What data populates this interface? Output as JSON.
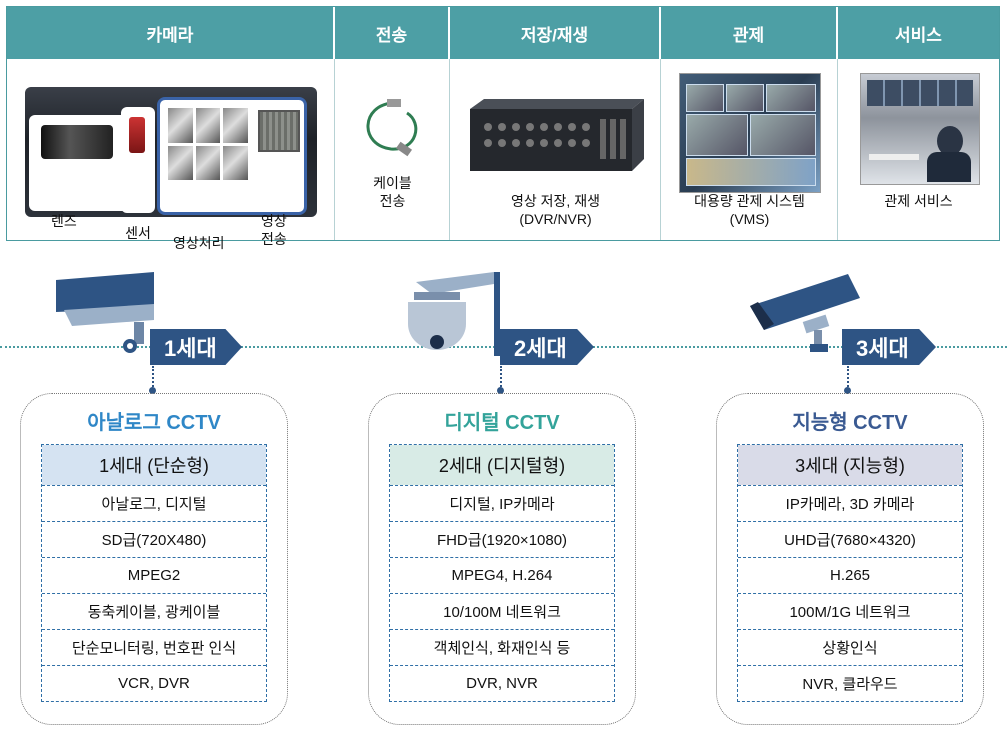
{
  "header": [
    "카메라",
    "전송",
    "저장/재생",
    "관제",
    "서비스"
  ],
  "camera": {
    "lens": "렌즈",
    "sensor": "센서",
    "processing": "영상처리",
    "transmit_1": "영상",
    "transmit_2": "전송"
  },
  "transmission": {
    "l1": "케이블",
    "l2": "전송"
  },
  "storage": {
    "l1": "영상 저장, 재생",
    "l2": "(DVR/NVR)"
  },
  "control": {
    "l1": "대용량 관제 시스템",
    "l2": "(VMS)"
  },
  "service": {
    "l1": "관제 서비스"
  },
  "generations": [
    {
      "badge": "1세대",
      "title": "아날로그 CCTV",
      "title_color": "#2f87c7",
      "rows": [
        "1세대 (단순형)",
        "아날로그, 디지털",
        "SD급(720X480)",
        "MPEG2",
        "동축케이블, 광케이블",
        "단순모니터링, 번호판 인식",
        "VCR, DVR"
      ]
    },
    {
      "badge": "2세대",
      "title": "디지털 CCTV",
      "title_color": "#33a39a",
      "rows": [
        "2세대 (디지털형)",
        "디지털, IP카메라",
        "FHD급(1920×1080)",
        "MPEG4, H.264",
        "10/100M 네트워크",
        "객체인식, 화재인식 등",
        "DVR, NVR"
      ]
    },
    {
      "badge": "3세대",
      "title": "지능형 CCTV",
      "title_color": "#3a5a92",
      "rows": [
        "3세대 (지능형)",
        "IP카메라, 3D 카메라",
        "UHD급(7680×4320)",
        "H.265",
        "100M/1G 네트워크",
        "상황인식",
        "NVR, 클라우드"
      ]
    }
  ]
}
